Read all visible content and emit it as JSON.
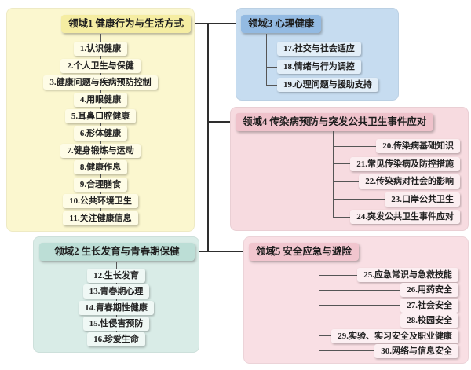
{
  "colors": {
    "background": "#ffffff",
    "connector_line": "#2e2e2e",
    "branch_line": "#555555",
    "domain1": {
      "panel": "#FBF7CF",
      "header": "#F5EDA2",
      "item": "#FEFCE6"
    },
    "domain2": {
      "panel": "#D9ECE7",
      "header": "#BCDED6",
      "item": "#EFF8F5"
    },
    "domain3": {
      "panel": "#C6DCF0",
      "header": "#93BAE2",
      "item": "#E2EEF8"
    },
    "domain4": {
      "panel": "#F7DBE0",
      "header": "#EFC2CB",
      "item": "#FBEEF0"
    },
    "domain5": {
      "panel": "#F9DFE4",
      "header": "#F1C5CE",
      "item": "#FCEFF2"
    }
  },
  "domains": [
    {
      "title": "领域1 健康行为与生活方式",
      "items": [
        "1.认识健康",
        "2.个人卫生与保健",
        "3.健康问题与疾病预防控制",
        "4.用眼健康",
        "5.耳鼻口腔健康",
        "6.形体健康",
        "7.健身锻炼与运动",
        "8.健康作息",
        "9.合理膳食",
        "10.公共环境卫生",
        "11.关注健康信息"
      ]
    },
    {
      "title": "领域2 生长发育与青春期保健",
      "items": [
        "12.生长发育",
        "13.青春期心理",
        "14.青春期性健康",
        "15.性侵害预防",
        "16.珍爱生命"
      ]
    },
    {
      "title": "领域3 心理健康",
      "items": [
        "17.社交与社会适应",
        "18.情绪与行为调控",
        "19.心理问题与援助支持"
      ]
    },
    {
      "title": "领域4 传染病预防与突发公共卫生事件应对",
      "items": [
        "20.传染病基础知识",
        "21.常见传染病及防控措施",
        "22.传染病对社会的影响",
        "23.口岸公共卫生",
        "24.突发公共卫生事件应对"
      ]
    },
    {
      "title": "领域5 安全应急与避险",
      "items": [
        "25.应急常识与急救技能",
        "26.用药安全",
        "27.社会安全",
        "28.校园安全",
        "29.实验、实习安全及职业健康",
        "30.网络与信息安全"
      ]
    }
  ]
}
